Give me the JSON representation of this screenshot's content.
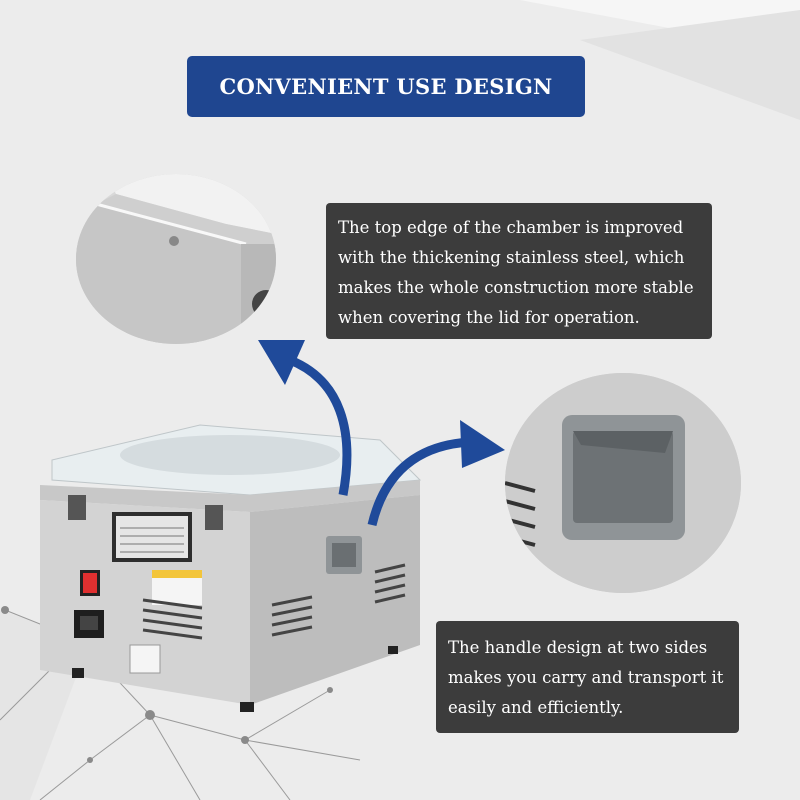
{
  "banner": {
    "title": "CONVENIENT USE DESIGN"
  },
  "callouts": {
    "top_edge": "The top edge of the chamber is improved with the thickening stainless steel, which makes the whole construction more stable when covering the lid for operation.",
    "handle": "The handle design at two sides makes you carry and transport it easily and efficiently."
  },
  "colors": {
    "banner": "#1f4690",
    "arrow": "#1f4a9a",
    "callout_bg": "#3c3c3c",
    "power_switch": "#e03030"
  },
  "icons": [
    "arrow-icon",
    "power-switch-icon",
    "power-socket-icon"
  ]
}
